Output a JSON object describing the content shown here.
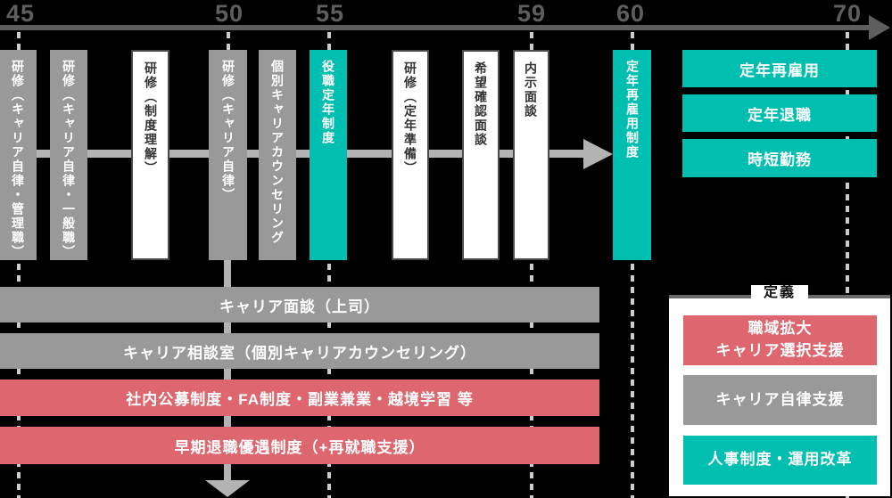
{
  "colors": {
    "background": "#000000",
    "teal": "#00BFB0",
    "red": "#DE666E",
    "gray": "#999999",
    "axis_gray": "#5E5E5E",
    "arrow_gray": "#B3B3B3",
    "dash_gray": "#CCCCCC"
  },
  "timeline": {
    "ages": [
      {
        "label": "45"
      },
      {
        "label": "50"
      },
      {
        "label": "55"
      },
      {
        "label": "59"
      },
      {
        "label": "60"
      },
      {
        "label": "70"
      }
    ]
  },
  "vertical_bars": [
    {
      "label": "研修（キャリア自律・管理職）",
      "type": "gray"
    },
    {
      "label": "研修（キャリア自律・一般職）",
      "type": "gray"
    },
    {
      "label": "研修（制度理解）",
      "type": "white"
    },
    {
      "label": "研修（キャリア自律）",
      "type": "gray"
    },
    {
      "label": "個別キャリアカウンセリング",
      "type": "gray"
    },
    {
      "label": "役職定年制度",
      "type": "teal"
    },
    {
      "label": "研修（定年準備）",
      "type": "white"
    },
    {
      "label": "希望確認面談",
      "type": "white"
    },
    {
      "label": "内示面談",
      "type": "white"
    },
    {
      "label": "定年再雇用制度",
      "type": "teal"
    }
  ],
  "post_retirement_bars": [
    {
      "label": "定年再雇用"
    },
    {
      "label": "定年退職"
    },
    {
      "label": "時短勤務"
    }
  ],
  "support_bars": [
    {
      "label": "キャリア面談（上司）",
      "type": "gray"
    },
    {
      "label": "キャリア相談室（個別キャリアカウンセリング）",
      "type": "gray"
    },
    {
      "label": "社内公募制度・FA制度・副業兼業・越境学習 等",
      "type": "red"
    },
    {
      "label": "早期退職優遇制度（+再就職支援）",
      "type": "red"
    }
  ],
  "legend": {
    "title": "定義",
    "items": [
      {
        "label": "職域拡大\nキャリア選択支援",
        "type": "red"
      },
      {
        "label": "キャリア自律支援",
        "type": "gray"
      },
      {
        "label": "人事制度・運用改革",
        "type": "teal"
      }
    ]
  }
}
